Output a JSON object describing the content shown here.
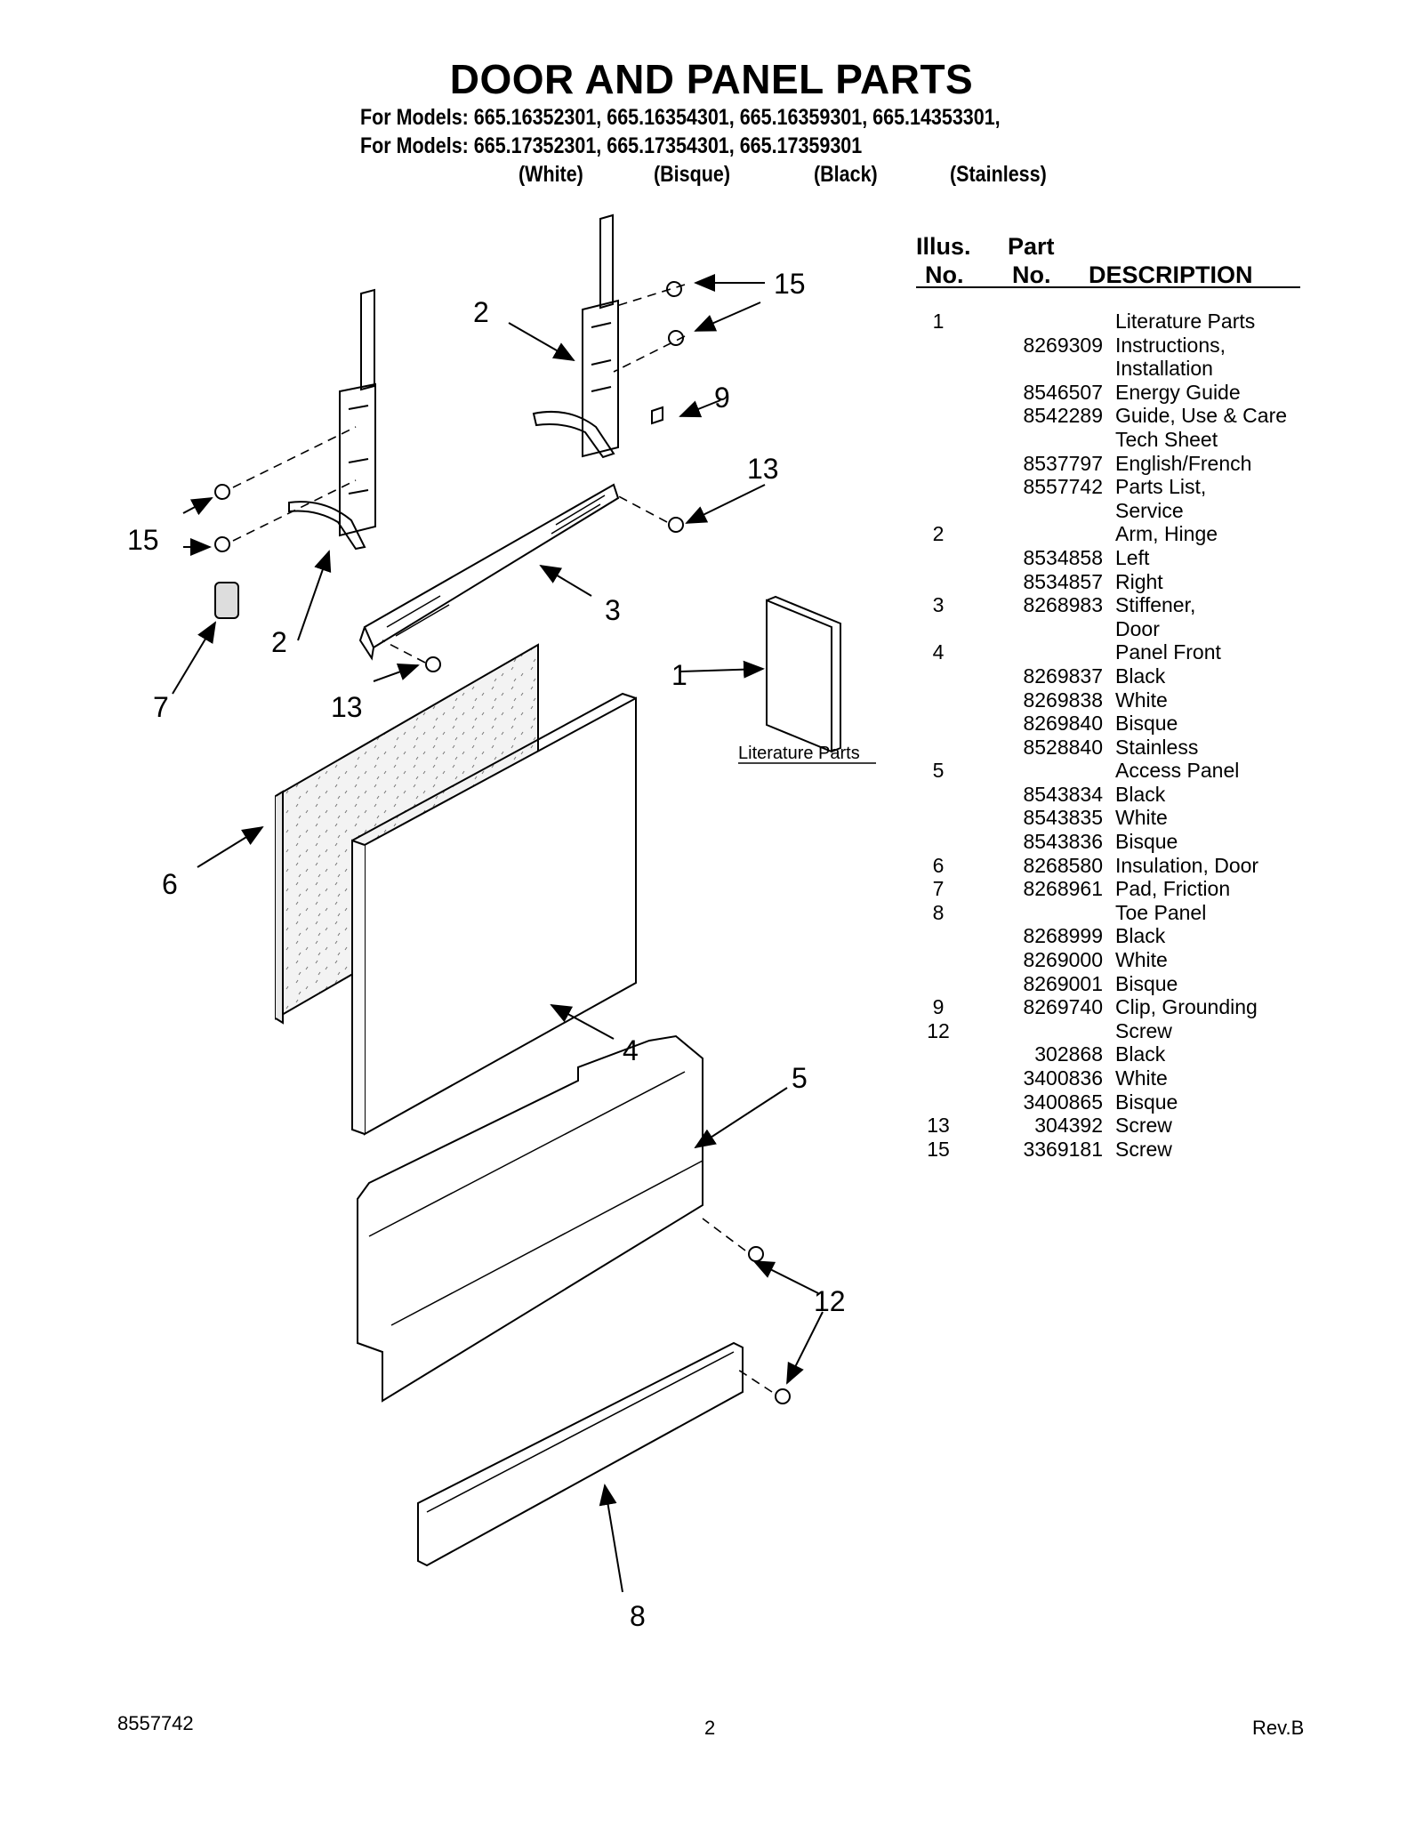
{
  "title": "DOOR AND PANEL PARTS",
  "models": {
    "line1": "For Models: 665.16352301, 665.16354301, 665.16359301, 665.14353301,",
    "line2": "For Models: 665.17352301, 665.17354301, 665.17359301",
    "finishes": [
      "(White)",
      "(Bisque)",
      "(Black)",
      "(Stainless)"
    ]
  },
  "table": {
    "headers": {
      "illus_1": "Illus.",
      "illus_2": "No.",
      "part_1": "Part",
      "part_2": "No.",
      "description": "DESCRIPTION"
    },
    "rows": [
      {
        "illus": "1",
        "part": "",
        "desc": "Literature Parts"
      },
      {
        "illus": "",
        "part": "8269309",
        "desc": "Instructions,"
      },
      {
        "illus": "",
        "part": "",
        "desc": "Installation"
      },
      {
        "illus": "",
        "part": "8546507",
        "desc": "Energy Guide"
      },
      {
        "illus": "",
        "part": "8542289",
        "desc": "Guide, Use & Care"
      },
      {
        "illus": "",
        "part": "",
        "desc": "Tech Sheet"
      },
      {
        "illus": "",
        "part": "8537797",
        "desc": "English/French"
      },
      {
        "illus": "",
        "part": "8557742",
        "desc": "Parts List,"
      },
      {
        "illus": "",
        "part": "",
        "desc": "Service"
      },
      {
        "illus": "2",
        "part": "",
        "desc": "Arm, Hinge"
      },
      {
        "illus": "",
        "part": "8534858",
        "desc": "Left"
      },
      {
        "illus": "",
        "part": "8534857",
        "desc": "Right"
      },
      {
        "illus": "3",
        "part": "8268983",
        "desc": "Stiffener,"
      },
      {
        "illus": "",
        "part": "",
        "desc": "Door"
      },
      {
        "illus": "4",
        "part": "",
        "desc": "Panel Front"
      },
      {
        "illus": "",
        "part": "8269837",
        "desc": "Black"
      },
      {
        "illus": "",
        "part": "8269838",
        "desc": "White"
      },
      {
        "illus": "",
        "part": "8269840",
        "desc": "Bisque"
      },
      {
        "illus": "",
        "part": "8528840",
        "desc": "Stainless"
      },
      {
        "illus": "5",
        "part": "",
        "desc": "Access Panel"
      },
      {
        "illus": "",
        "part": "8543834",
        "desc": "Black"
      },
      {
        "illus": "",
        "part": "8543835",
        "desc": "White"
      },
      {
        "illus": "",
        "part": "8543836",
        "desc": "Bisque"
      },
      {
        "illus": "6",
        "part": "8268580",
        "desc": "Insulation, Door"
      },
      {
        "illus": "7",
        "part": "8268961",
        "desc": "Pad, Friction"
      },
      {
        "illus": "8",
        "part": "",
        "desc": "Toe Panel"
      },
      {
        "illus": "",
        "part": "8268999",
        "desc": "Black"
      },
      {
        "illus": "",
        "part": "8269000",
        "desc": "White"
      },
      {
        "illus": "",
        "part": "8269001",
        "desc": "Bisque"
      },
      {
        "illus": "9",
        "part": "8269740",
        "desc": "Clip, Grounding"
      },
      {
        "illus": "12",
        "part": "",
        "desc": "Screw"
      },
      {
        "illus": "",
        "part": "302868",
        "desc": "Black"
      },
      {
        "illus": "",
        "part": "3400836",
        "desc": "White"
      },
      {
        "illus": "",
        "part": "3400865",
        "desc": "Bisque"
      },
      {
        "illus": "13",
        "part": "304392",
        "desc": "Screw"
      },
      {
        "illus": "15",
        "part": "3369181",
        "desc": "Screw"
      }
    ]
  },
  "diagram": {
    "callouts": [
      "15",
      "2",
      "9",
      "13",
      "15",
      "2",
      "3",
      "7",
      "13",
      "1",
      "6",
      "4",
      "5",
      "12",
      "8"
    ],
    "literature_label": "Literature Parts"
  },
  "footer": {
    "doc_number": "8557742",
    "page": "2",
    "revision": "Rev.B"
  }
}
